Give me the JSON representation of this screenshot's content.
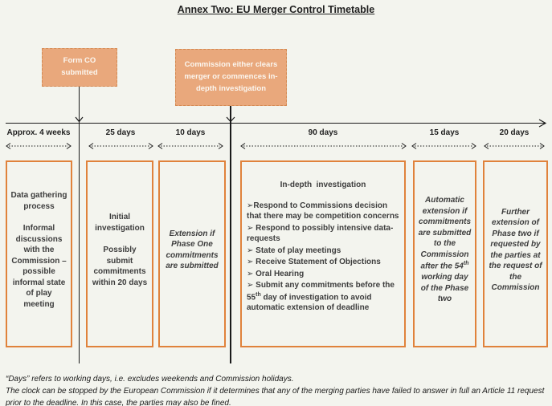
{
  "title": "Annex Two: EU Merger Control Timetable",
  "colors": {
    "background": "#F3F4EE",
    "callout_fill": "#E9A87C",
    "callout_border": "#D48A52",
    "phase_box_border": "#E0823B",
    "line_color": "#1a1a1a",
    "callout_text": "#FBF6EF",
    "body_text": "#3d3d3d"
  },
  "callouts": [
    {
      "label": "Form CO submitted"
    },
    {
      "label": "Commission either clears merger or commences in-depth investigation"
    }
  ],
  "timeline": {
    "segments": [
      {
        "label": "Approx. 4 weeks"
      },
      {
        "label": "25 days"
      },
      {
        "label": "10 days"
      },
      {
        "label": "90 days"
      },
      {
        "label": "15 days"
      },
      {
        "label": "20 days"
      }
    ]
  },
  "boxes": {
    "box1": {
      "para1": "Data gathering process",
      "para2": "Informal discussions with the Commission – possible informal state of play meeting"
    },
    "box2": {
      "para1": "Initial investigation",
      "para2": "Possibly submit commitments within 20 days"
    },
    "box3": {
      "text": "Extension if Phase One commitments are submitted"
    },
    "box4": {
      "heading": "In-depth  investigation",
      "bullets": [
        "➢Respond to Commissions decision that there may be competition concerns",
        "➢ Respond to possibly intensive data-requests",
        "➢ State of play meetings",
        "➢ Receive Statement of Objections",
        "➢ Oral Hearing"
      ],
      "bullet6": {
        "pre": "➢ Submit any commitments before the 55",
        "sup": "th",
        "post": " day of investigation to avoid automatic extension of deadline"
      }
    },
    "box5": {
      "pre": "Automatic extension if commitments are submitted to the Commission after the 54",
      "sup": "th",
      "post": " working day of the Phase two"
    },
    "box6": {
      "text": "Further extension of Phase two if requested by the parties at the request of the Commission"
    }
  },
  "footnotes": [
    "“Days” refers to working days, i.e. excludes weekends and Commission holidays.",
    "The clock can be stopped by the European Commission if it determines that any of the merging parties have failed to answer in full an Article 11 request prior to the deadline. In this case, the parties may also be fined."
  ]
}
